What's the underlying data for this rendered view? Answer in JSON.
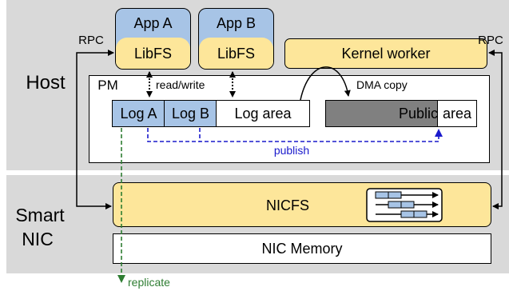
{
  "host": {
    "label": "Host"
  },
  "smartnic": {
    "label_line1": "Smart",
    "label_line2": "NIC"
  },
  "rpc": {
    "left": "RPC",
    "right": "RPC"
  },
  "apps": [
    {
      "app": "App A",
      "lib": "LibFS"
    },
    {
      "app": "App B",
      "lib": "LibFS"
    }
  ],
  "kernel_worker": "Kernel worker",
  "pm": {
    "label": "PM",
    "read_write": "read/write",
    "dma_copy": "DMA copy",
    "log_a": "Log A",
    "log_b": "Log B",
    "log_area": "Log area",
    "public": "Public",
    "public_area": "area",
    "publish": "publish"
  },
  "nicfs": "NICFS",
  "nic_memory": "NIC Memory",
  "replicate": "replicate",
  "colors": {
    "band": "#d9d9d9",
    "yellow": "#fde69a",
    "blue": "#a7c4e6",
    "dark_gray": "#808080",
    "publish_blue": "#1a1acc",
    "replicate_green": "#2e7d32"
  }
}
